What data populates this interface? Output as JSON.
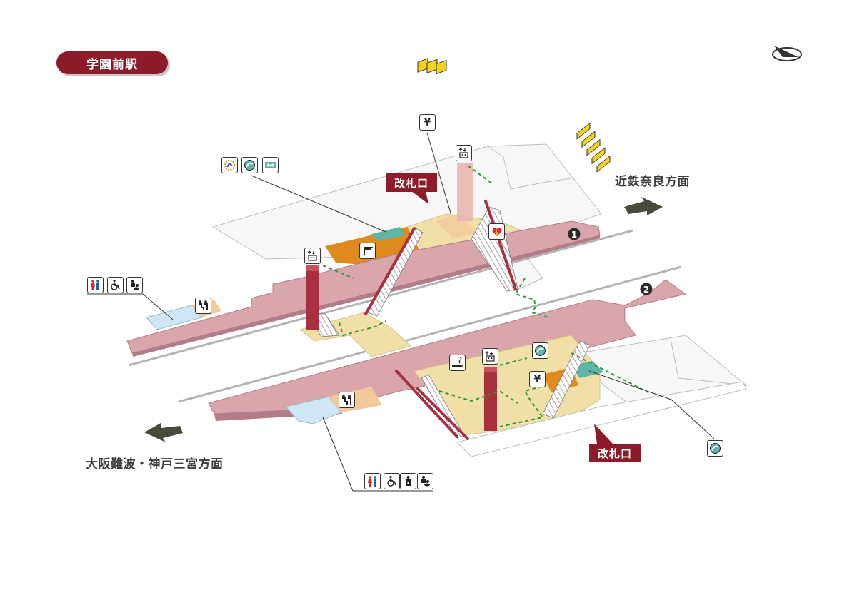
{
  "station": {
    "name": "学園前駅"
  },
  "directions": {
    "east": "近鉄奈良方面",
    "west": "大阪難波・神戸三宮方面"
  },
  "gates": {
    "upper": "改札口",
    "lower": "改札口"
  },
  "platforms": {
    "p1": "1",
    "p2": "2"
  },
  "icons": {
    "yen": "¥",
    "labels": {
      "yen_top": "ticket-vending-icon",
      "elevator": "elevator-icon",
      "lost_found": "lost-and-found-icon",
      "coin_locker": "coin-locker-icon",
      "transfer": "transfer-icon",
      "restroom_men_women": "restroom-icon",
      "wheelchair": "wheelchair-icon",
      "baby": "baby-care-icon",
      "ostomate": "ostomate-icon",
      "information": "information-icon",
      "aed": "aed-icon",
      "smoking": "smoking-area-icon",
      "compass": "north-arrow-icon"
    }
  },
  "colors": {
    "brand": "#8c1c2a",
    "platform": "#d9a6ac",
    "platform_edge": "#b47c86",
    "concourse": "#f0e0a8",
    "shop": "#e08a1e",
    "restroom": "#cfe7f5",
    "teal": "#5fb5a8",
    "tan": "#f2c99b",
    "building": "#f6f6f6",
    "route": "#2f9a3b",
    "rail": "#b4b4b4",
    "arrow": "#4a4a3a",
    "gate": "#f2d21e"
  }
}
